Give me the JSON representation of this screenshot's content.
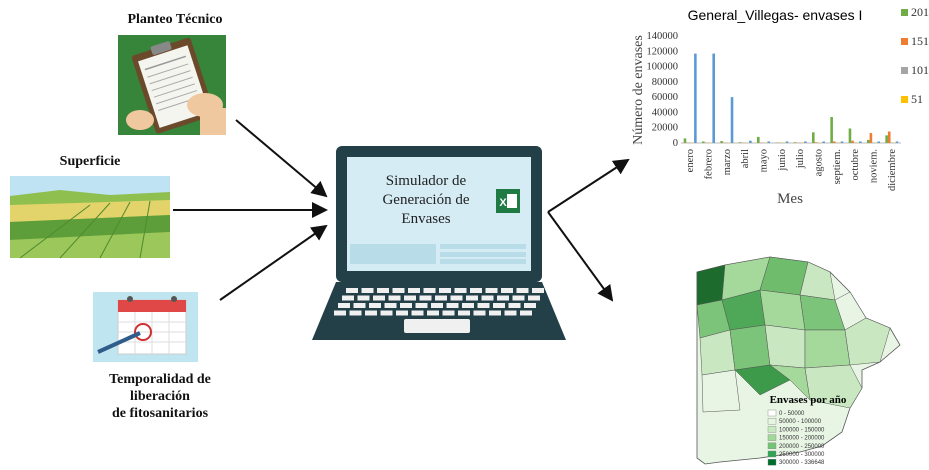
{
  "inputs": {
    "planteo": "Planteo Técnico",
    "superficie": "Superficie",
    "temporalidad_line1": "Temporalidad de",
    "temporalidad_line2": "liberación",
    "temporalidad_line3": "de fitosanitarios"
  },
  "laptop": {
    "line1": "Simulador de",
    "line2": "Generación de",
    "line3": "Envases",
    "excel_icon_letter": "X"
  },
  "chart_data": {
    "type": "bar",
    "title": "General_Villegas- envases I",
    "xlabel": "Mes",
    "ylabel": "Número de envases",
    "ylim": [
      0,
      140000
    ],
    "yticks": [
      "0",
      "20000",
      "40000",
      "60000",
      "80000",
      "100000",
      "120000",
      "140000"
    ],
    "categories": [
      "enero",
      "febrero",
      "marzo",
      "abril",
      "mayo",
      "junio",
      "julio",
      "agosto",
      "septiem.",
      "octubre",
      "noviem.",
      "diciembre"
    ],
    "series": [
      {
        "name": "201",
        "color": "#70ad47",
        "values": [
          6000,
          2000,
          2500,
          1000,
          8000,
          500,
          1000,
          14000,
          34000,
          19000,
          4000,
          10000
        ]
      },
      {
        "name": "151",
        "color": "#ed7d31",
        "values": [
          500,
          500,
          500,
          500,
          500,
          500,
          500,
          1000,
          2000,
          3000,
          13000,
          15000
        ]
      },
      {
        "name": "101",
        "color": "#a5a5a5",
        "values": [
          500,
          500,
          500,
          500,
          500,
          500,
          500,
          500,
          500,
          500,
          500,
          500
        ]
      },
      {
        "name": "51",
        "color": "#ffc000",
        "values": [
          500,
          500,
          500,
          500,
          500,
          500,
          500,
          500,
          500,
          500,
          500,
          500
        ]
      },
      {
        "name": "",
        "color": "#5b9bd5",
        "values": [
          117000,
          117000,
          60000,
          3000,
          2000,
          2000,
          2000,
          2000,
          2000,
          2000,
          2000,
          2000
        ]
      }
    ]
  },
  "map": {
    "legend_title": "Envases por año",
    "legend_items": [
      {
        "label": "0 - 50000",
        "color": "#ffffff"
      },
      {
        "label": "50000 - 100000",
        "color": "#e5f5e0"
      },
      {
        "label": "100000 - 150000",
        "color": "#c7e9c0"
      },
      {
        "label": "150000 - 200000",
        "color": "#a1d99b"
      },
      {
        "label": "200000 - 250000",
        "color": "#74c476"
      },
      {
        "label": "250000 - 300000",
        "color": "#31a354"
      },
      {
        "label": "300000 - 336648",
        "color": "#006d2c"
      }
    ]
  }
}
